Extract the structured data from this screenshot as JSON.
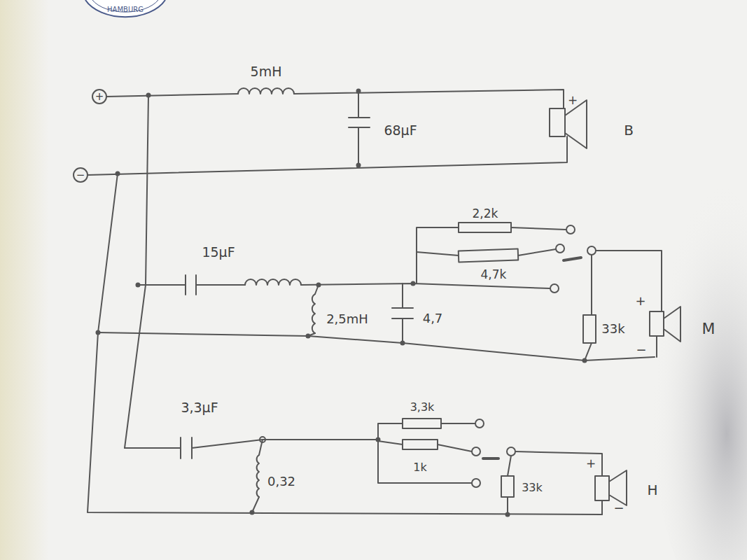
{
  "diagram": {
    "labels": [
      "HAMBURG",
      "+",
      "−",
      "5mH",
      "68µF",
      "+",
      "B",
      "2,2k",
      "4,7k",
      "15µF",
      "2,5mH",
      "4,7",
      "33k",
      "+",
      "M",
      "−",
      "3,3µF",
      "3,3k",
      "1k",
      "0,32",
      "33k",
      "+",
      "H",
      "−"
    ]
  }
}
